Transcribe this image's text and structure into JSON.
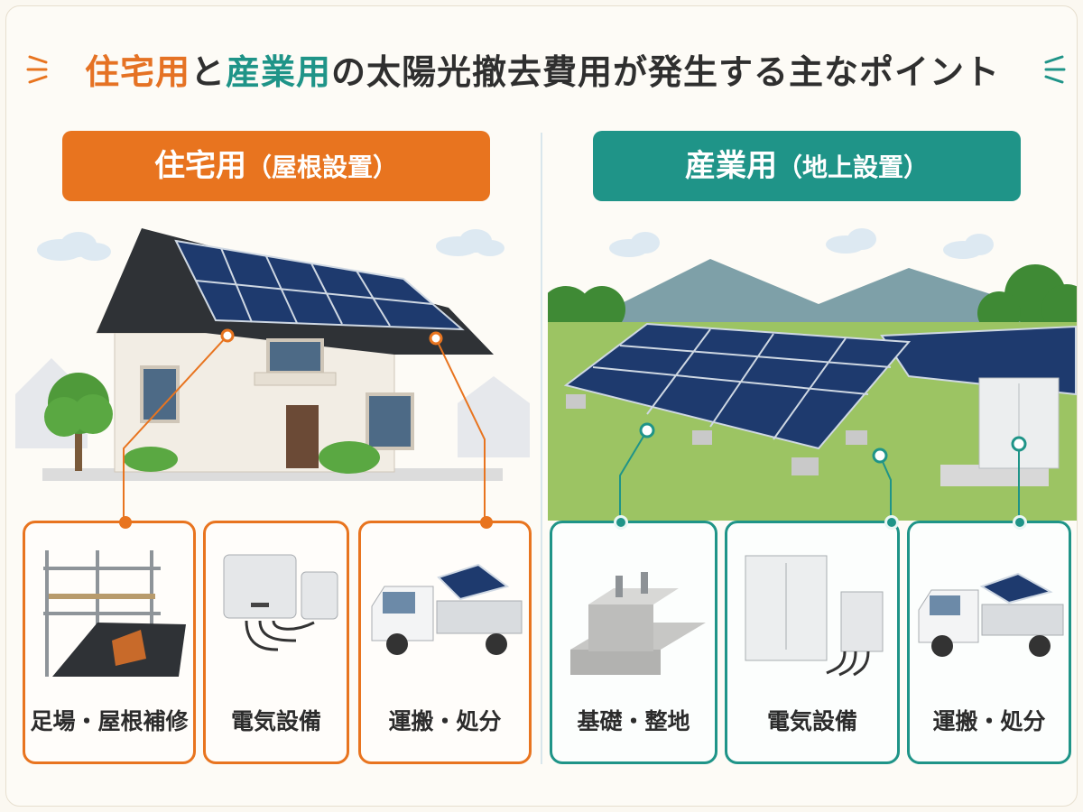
{
  "title": {
    "part1": "住宅用",
    "part2": "と",
    "part3": "産業用",
    "part4": "の太陽光撤去費用が発生する主なポイント"
  },
  "residential": {
    "heading": "住宅用",
    "heading_sub": "（屋根設置）",
    "cards": [
      {
        "label": "足場・屋根補修",
        "icon": "scaffold-roof-icon"
      },
      {
        "label": "電気設備",
        "icon": "power-conditioner-icon"
      },
      {
        "label": "運搬・処分",
        "icon": "truck-icon"
      }
    ]
  },
  "industrial": {
    "heading": "産業用",
    "heading_sub": "（地上設置）",
    "cards": [
      {
        "label": "基礎・整地",
        "icon": "concrete-foundation-icon"
      },
      {
        "label": "電気設備",
        "icon": "electrical-cabinet-icon"
      },
      {
        "label": "運搬・処分",
        "icon": "truck-icon"
      }
    ]
  },
  "colors": {
    "residential_accent": "#e8741f",
    "industrial_accent": "#1f9488",
    "background": "#fbf8f1"
  }
}
